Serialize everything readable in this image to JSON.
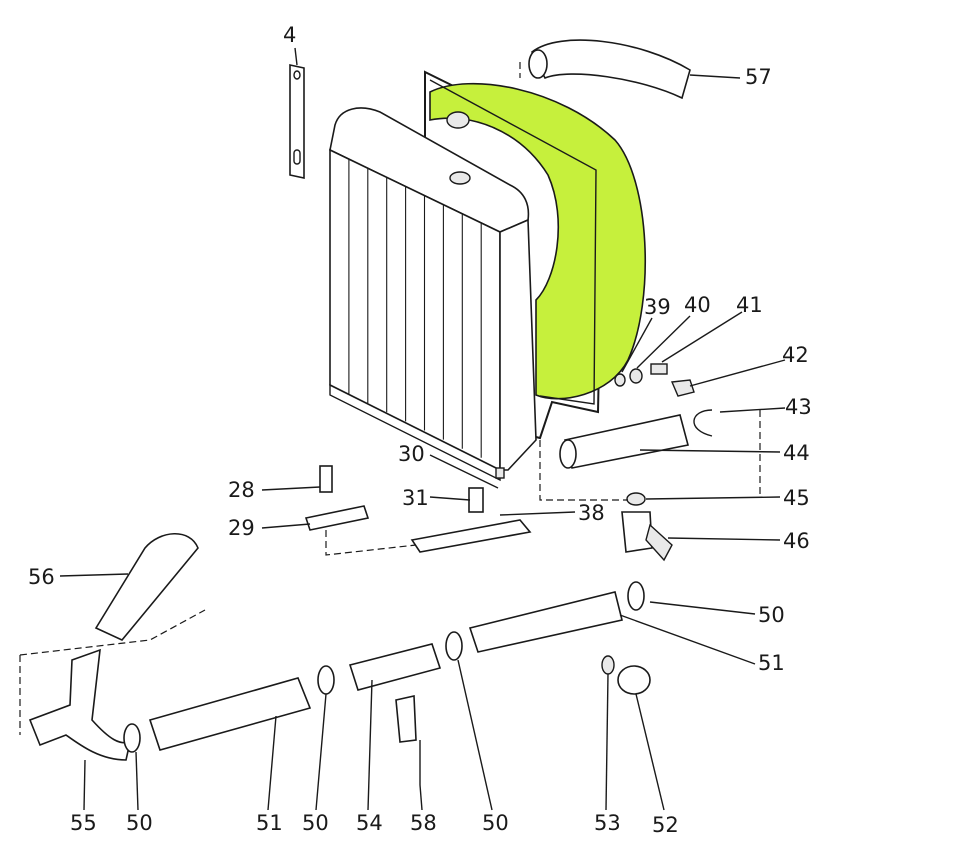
{
  "colors": {
    "shroud_highlight": "#c6f03c",
    "ink": "#1a1a1a",
    "background": "#ffffff"
  },
  "labels": {
    "p4": "4",
    "p57": "57",
    "p39": "39",
    "p40": "40",
    "p41": "41",
    "p42": "42",
    "p43": "43",
    "p44": "44",
    "p45": "45",
    "p46": "46",
    "p30": "30",
    "p28": "28",
    "p31": "31",
    "p38": "38",
    "p29": "29",
    "p56": "56",
    "p50a": "50",
    "p51a": "51",
    "p55": "55",
    "p50b": "50",
    "p51b": "51",
    "p50c": "50",
    "p54": "54",
    "p58": "58",
    "p50d": "50",
    "p53": "53",
    "p52": "52"
  }
}
